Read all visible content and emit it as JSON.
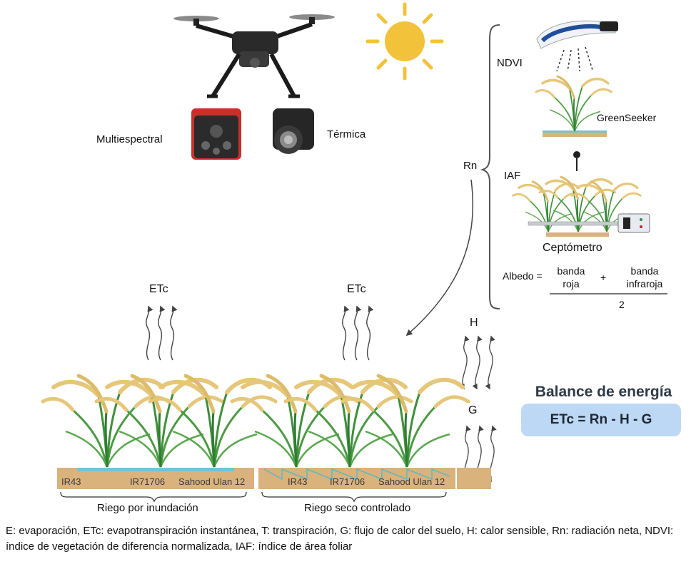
{
  "labels": {
    "multispectral": "Multiespectral",
    "thermal": "Térmica",
    "ndvi": "NDVI",
    "greenseeker": "GreenSeeker",
    "rn": "Rn",
    "iaf": "IAF",
    "ceptometer": "Ceptómetro",
    "etc_left": "ETc",
    "etc_mid": "ETc",
    "h": "H",
    "g": "G"
  },
  "albedo": {
    "prefix": "Albedo =",
    "term1_line1": "banda",
    "term1_line2": "roja",
    "plus": "+",
    "term2_line1": "banda",
    "term2_line2": "infraroja",
    "denominator": "2"
  },
  "plots": {
    "left": {
      "varieties": [
        "IR43",
        "IR71706",
        "Sahood Ulan 12"
      ],
      "label": "Riego por inundación"
    },
    "right": {
      "varieties": [
        "IR43",
        "IR71706",
        "Sahood Ulan 12"
      ],
      "label": "Riego seco controlado"
    }
  },
  "balance": {
    "title": "Balance de energía",
    "equation": "ETc = Rn - H - G"
  },
  "caption": "E: evaporación, ETc: evapotranspiración instantánea, T: transpiración, G: flujo de calor del suelo, H: calor sensible, Rn: radiación neta, NDVI: índice de vegetación de diferencia normalizada, IAF: índice de área foliar",
  "colors": {
    "soil": "#d9b27c",
    "water": "#6fc6cf",
    "plant_green": "#3f8f3a",
    "panicle": "#e6c77a",
    "sun": "#f2c23a",
    "balance_box": "#bcd8f4"
  },
  "icons": [
    "drone-icon",
    "multispectral-camera-icon",
    "thermal-camera-icon",
    "sun-icon",
    "greenseeker-sensor-icon",
    "ceptometer-icon"
  ]
}
